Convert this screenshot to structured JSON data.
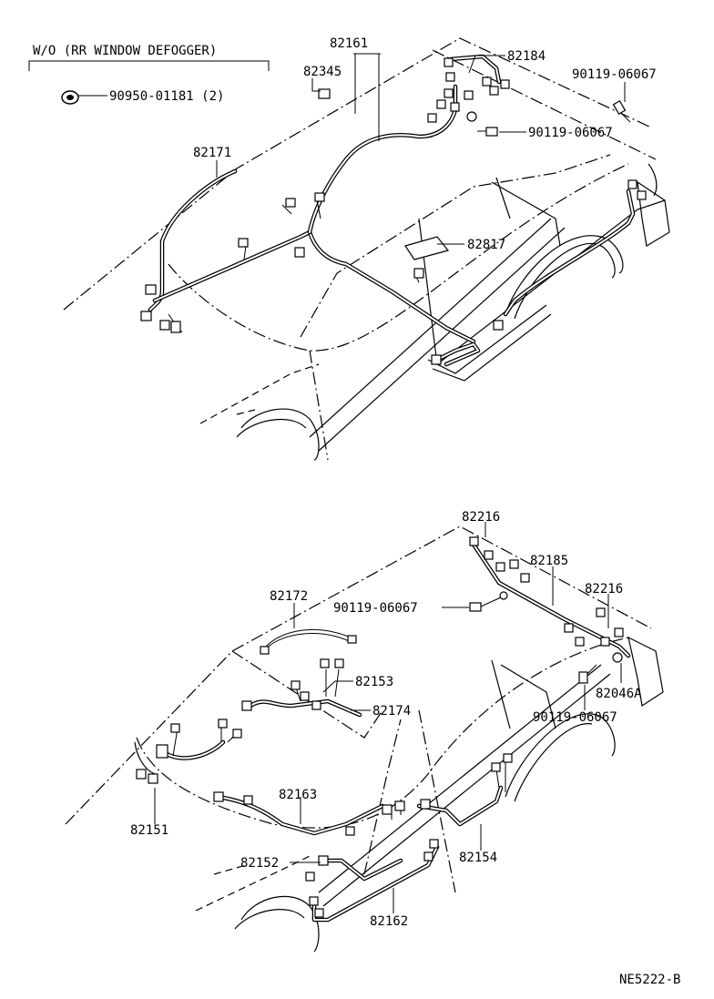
{
  "diagram": {
    "top_section": {
      "note": "W/O (RR WINDOW DEFOGGER)",
      "part_grommet": "90950-01181 (2)",
      "labels": {
        "p82161": "82161",
        "p82184": "82184",
        "p82345": "82345",
        "p90119_a": "90119-06067",
        "p90119_b": "90119-06067",
        "p82171": "82171",
        "p82817": "82817"
      }
    },
    "bottom_section": {
      "labels": {
        "p82216_a": "82216",
        "p82185": "82185",
        "p82216_b": "82216",
        "p82172": "82172",
        "p90119_c": "90119-06067",
        "p82153": "82153",
        "p82046a": "82046A",
        "p82174": "82174",
        "p90119_d": "90119-06067",
        "p82163": "82163",
        "p82151": "82151",
        "p82152": "82152",
        "p82154": "82154",
        "p82162": "82162"
      }
    },
    "figure_code": "NE5222-B"
  }
}
